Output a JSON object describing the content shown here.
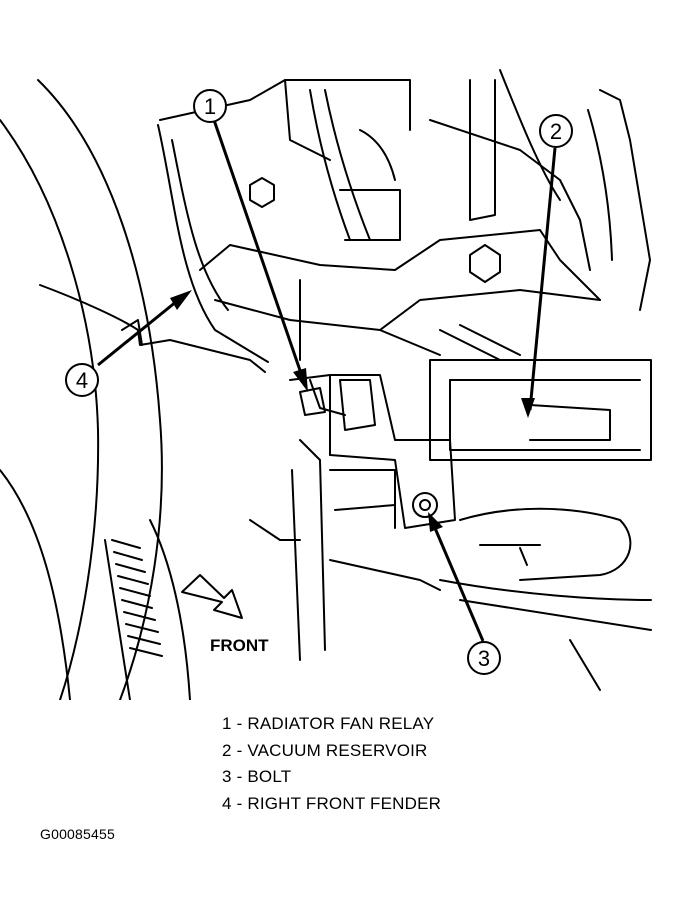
{
  "callouts": [
    {
      "number": "1"
    },
    {
      "number": "2"
    },
    {
      "number": "3"
    },
    {
      "number": "4"
    }
  ],
  "direction_label": "FRONT",
  "legend": [
    "1 - RADIATOR FAN RELAY",
    "2 - VACUUM RESERVOIR",
    "3 - BOLT",
    "4 - RIGHT FRONT FENDER"
  ],
  "figure_id": "G00085455"
}
